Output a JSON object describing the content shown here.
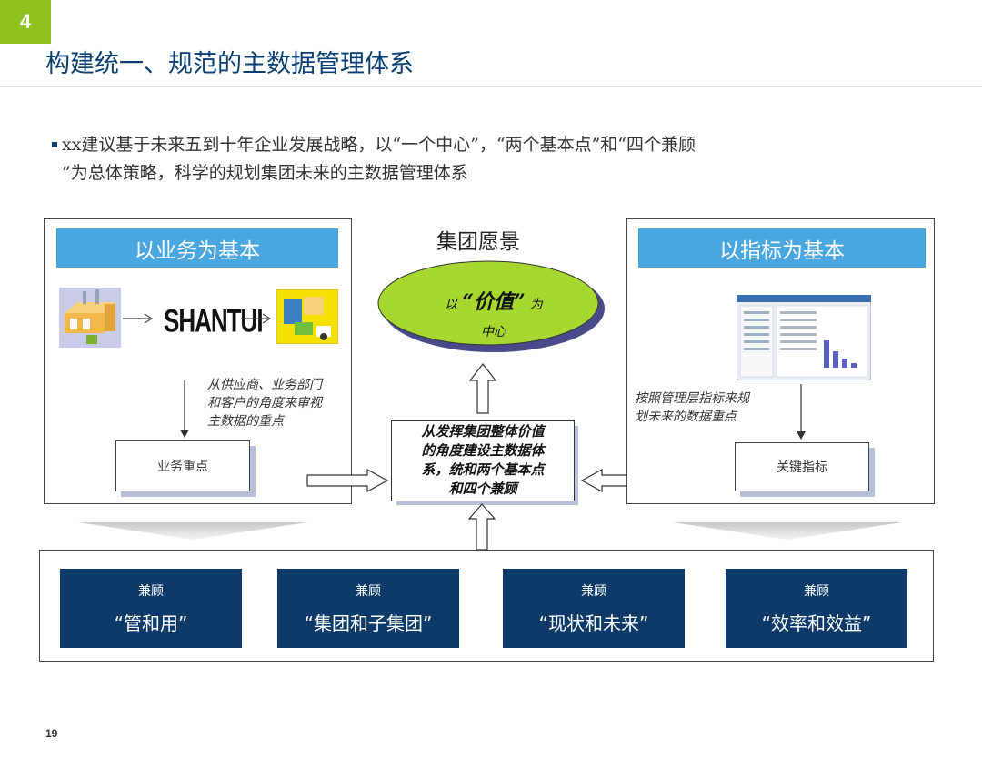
{
  "slide": {
    "number": "4",
    "page_number": "19"
  },
  "title": "构建统一、规范的主数据管理体系",
  "bullet": {
    "line1": "xx建议基于未来五到十年企业发展战略，以“一个中心”，“两个基本点”和“四个兼顾",
    "line2": "”为总体策略，科学的规划集团未来的主数据管理体系"
  },
  "left_panel": {
    "banner": "以业务为基本",
    "logo_text": "SHANTUI",
    "note": [
      "从供应商、业务部门",
      "和客户的角度来审视",
      "主数据的重点"
    ],
    "box_label": "业务重点"
  },
  "center": {
    "vision_label": "集团愿景",
    "ellipse_prefix": "以",
    "ellipse_main": "“价值”",
    "ellipse_suffix": "为",
    "ellipse_line2": "中心",
    "core_text": [
      "从发挥集团整体价值",
      "的角度建设主数据体",
      "系，统和两个基本点",
      "和四个兼顾"
    ]
  },
  "right_panel": {
    "banner": "以指标为基本",
    "note": [
      "按照管理层指标来规",
      "划未来的数据重点"
    ],
    "box_label": "关键指标"
  },
  "bottom_cards": [
    {
      "top": "兼顾",
      "main": "“管和用”"
    },
    {
      "top": "兼顾",
      "main": "“集团和子集团”"
    },
    {
      "top": "兼顾",
      "main": "“现状和未来”"
    },
    {
      "top": "兼顾",
      "main": "“效率和效益”"
    }
  ],
  "colors": {
    "accent_green": "#8dc21f",
    "title_blue": "#0a3f73",
    "banner_blue": "#4aa6df",
    "card_navy": "#0d3a68",
    "ellipse_green": "#a6d82f"
  }
}
